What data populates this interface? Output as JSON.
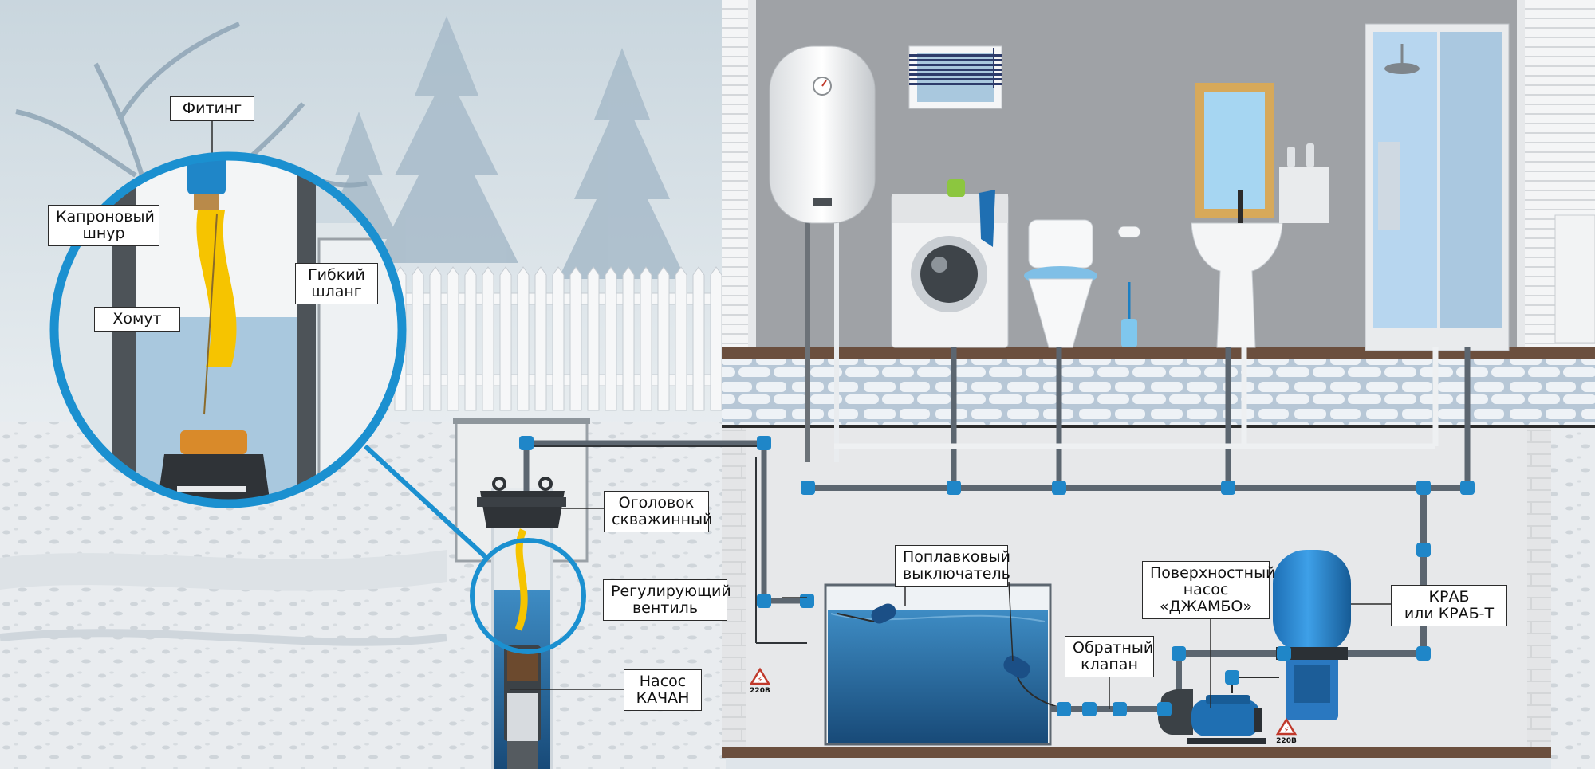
{
  "labels": {
    "fitting": "Фитинг",
    "kapron_cord": "Капроновый\nшнур",
    "flex_hose": "Гибкий\nшланг",
    "clamp": "Хомут",
    "well_head": "Оголовок\nскважинный",
    "valve": "Регулирующий\nвентиль",
    "pump_kachan": "Насос\nКАЧАН",
    "float_switch": "Поплавковый\nвыключатель",
    "surface_pump": "Поверхностный\nнасос\n«ДЖАМБО»",
    "check_valve": "Обратный\nклапан",
    "accumulator": "КРАБ\nили КРАБ-Т"
  },
  "warnings": {
    "left": "220В",
    "right": "220В"
  },
  "colors": {
    "pipe_blue": "#1f86c8",
    "pipe_gray": "#5c6670",
    "callout_ring": "#1b90d0",
    "hose_yellow": "#f6c400",
    "water": "#1e6aa8",
    "wall_gray": "#9a9da1",
    "floor_brown": "#6b4f3e"
  }
}
